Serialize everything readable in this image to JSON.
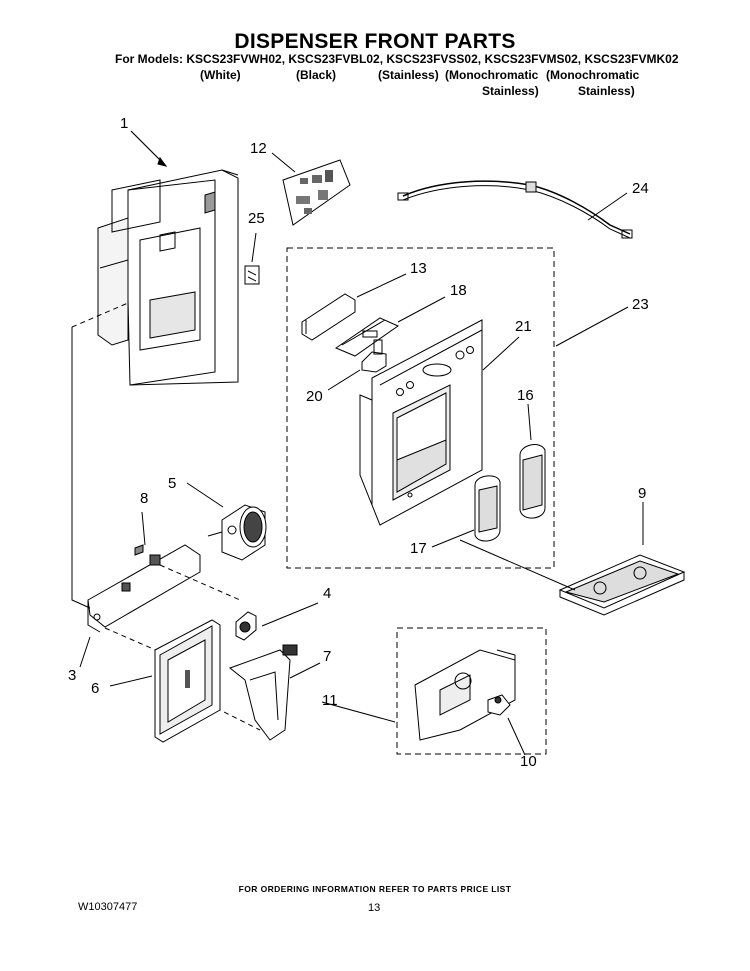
{
  "title": "DISPENSER FRONT PARTS",
  "models_line": "For Models: KSCS23FVWH02, KSCS23FVBL02, KSCS23FVSS02, KSCS23FVMS02, KSCS23FVMK02",
  "variants": {
    "white": "(White)",
    "black": "(Black)",
    "stainless": "(Stainless)",
    "mono1_a": "(Monochromatic",
    "mono1_b": "Stainless)",
    "mono2_a": "(Monochromatic",
    "mono2_b": "Stainless)"
  },
  "part_numbers": {
    "p1": "1",
    "p3": "3",
    "p4": "4",
    "p5": "5",
    "p6": "6",
    "p7": "7",
    "p8": "8",
    "p9": "9",
    "p10": "10",
    "p11": "11",
    "p12": "12",
    "p13": "13",
    "p16": "16",
    "p17": "17",
    "p18": "18",
    "p20": "20",
    "p21": "21",
    "p23": "23",
    "p24": "24",
    "p25": "25"
  },
  "footer": {
    "ordering_note": "FOR ORDERING INFORMATION REFER TO PARTS PRICE LIST",
    "doc_number": "W10307477",
    "page_number": "13"
  }
}
